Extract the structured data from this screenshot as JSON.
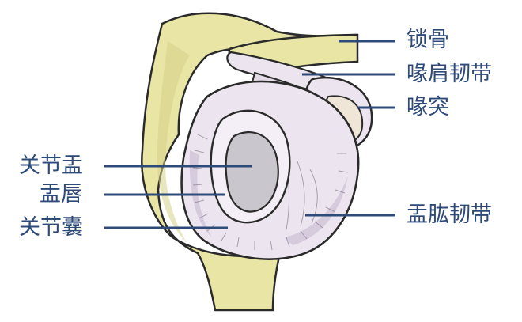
{
  "colors": {
    "bone": "#e9e5a4",
    "bone_shadow": "#d6d28a",
    "capsule": "#ece5ef",
    "capsule_shade": "#d6cbdc",
    "fossa": "#c9c6ce",
    "outline": "#2a2a2a",
    "leader": "#2d4a78",
    "label": "#2d4a78"
  },
  "labels": {
    "clavicle": "锁骨",
    "coracoclavicular_ligament": "喙肩韧带",
    "coracoid_process": "喙突",
    "glenoid_fossa": "关节盂",
    "glenoid_labrum": "盂唇",
    "joint_capsule": "关节囊",
    "glenohumeral_ligament": "盂肱韧带"
  }
}
